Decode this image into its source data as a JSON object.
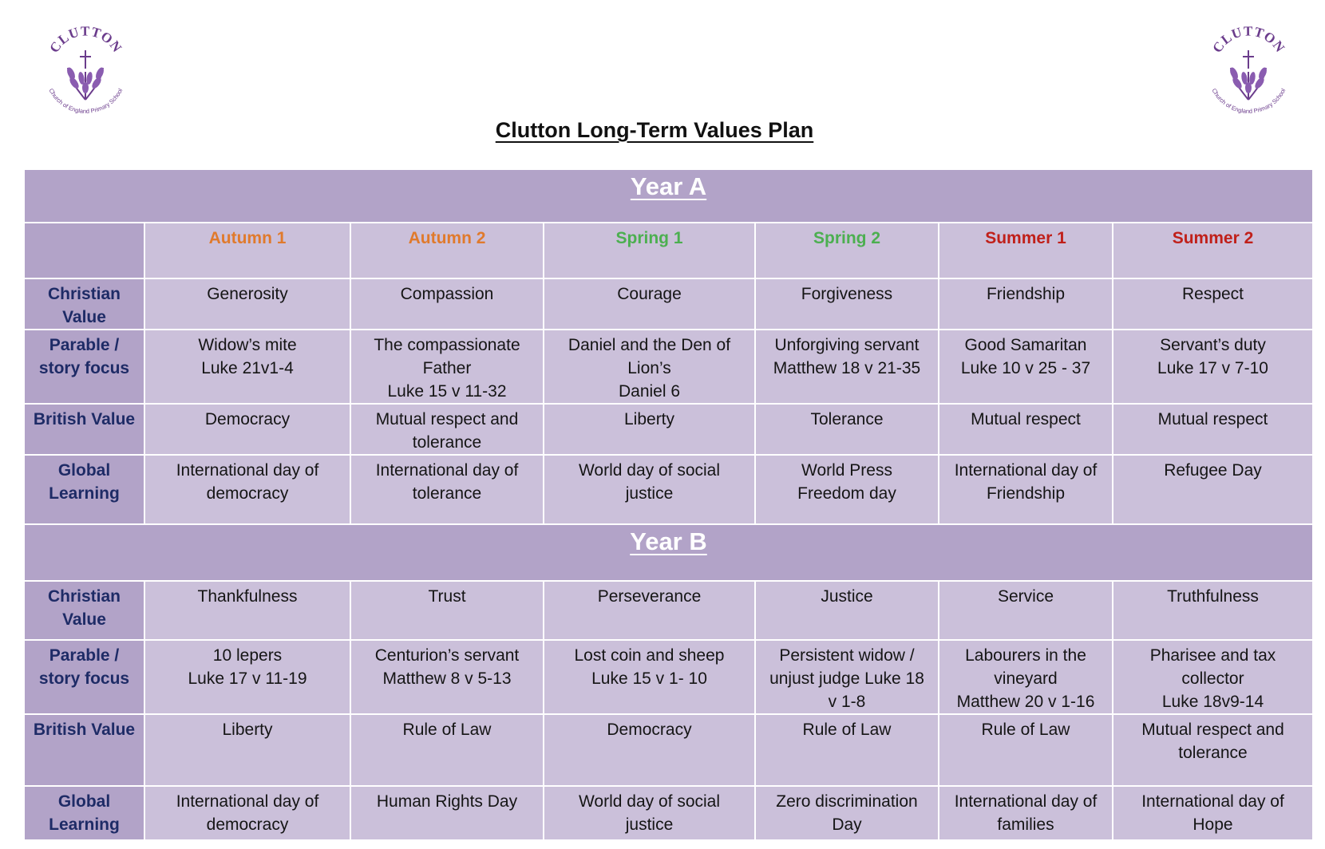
{
  "colors": {
    "header_band": "#b2a3c8",
    "cell_bg": "#cbc0da",
    "row_label": "#1e2b66",
    "autumn": "#e07a2c",
    "spring": "#4caf50",
    "summer": "#c0201a",
    "logo_purple": "#6b3c8c"
  },
  "logo": {
    "name": "CLUTTON",
    "subtitle": "Church of England Primary School"
  },
  "title": "Clutton Long-Term Values Plan",
  "terms": [
    {
      "label": "Autumn 1",
      "color": "#e07a2c"
    },
    {
      "label": "Autumn 2",
      "color": "#e07a2c"
    },
    {
      "label": "Spring 1",
      "color": "#4caf50"
    },
    {
      "label": "Spring 2",
      "color": "#4caf50"
    },
    {
      "label": "Summer 1",
      "color": "#c0201a"
    },
    {
      "label": "Summer 2",
      "color": "#c0201a"
    }
  ],
  "years": [
    {
      "title": "Year A",
      "rows": [
        {
          "label": [
            "Christian",
            "Value"
          ],
          "cells": [
            [
              "Generosity"
            ],
            [
              "Compassion"
            ],
            [
              "Courage"
            ],
            [
              "Forgiveness"
            ],
            [
              "Friendship"
            ],
            [
              "Respect"
            ]
          ]
        },
        {
          "label": [
            "Parable /",
            "story focus"
          ],
          "cells": [
            [
              "Widow’s mite",
              "Luke 21v1-4"
            ],
            [
              "The compassionate",
              "Father",
              "Luke 15 v 11-32"
            ],
            [
              "Daniel and the Den of",
              "Lion’s",
              "Daniel 6"
            ],
            [
              "Unforgiving servant",
              "Matthew 18 v 21-35"
            ],
            [
              "Good Samaritan",
              "Luke 10 v 25 - 37"
            ],
            [
              "Servant’s duty",
              "Luke 17 v 7-10"
            ]
          ]
        },
        {
          "label": [
            "British Value"
          ],
          "cells": [
            [
              "Democracy"
            ],
            [
              "Mutual respect and",
              "tolerance"
            ],
            [
              "Liberty"
            ],
            [
              "Tolerance"
            ],
            [
              "Mutual respect"
            ],
            [
              "Mutual respect"
            ]
          ]
        },
        {
          "label": [
            "Global",
            "Learning"
          ],
          "cells": [
            [
              "International day of",
              "democracy"
            ],
            [
              "International day of",
              "tolerance"
            ],
            [
              "World day of social",
              "justice"
            ],
            [
              "World Press",
              "Freedom day"
            ],
            [
              "International day of",
              "Friendship"
            ],
            [
              "Refugee Day"
            ]
          ]
        }
      ]
    },
    {
      "title": "Year B",
      "rows": [
        {
          "label": [
            "Christian",
            "Value"
          ],
          "cells": [
            [
              "Thankfulness"
            ],
            [
              "Trust"
            ],
            [
              "Perseverance"
            ],
            [
              "Justice"
            ],
            [
              "Service"
            ],
            [
              "Truthfulness"
            ]
          ]
        },
        {
          "label": [
            "Parable /",
            "story focus"
          ],
          "cells": [
            [
              "10 lepers",
              "Luke 17 v 11-19"
            ],
            [
              "Centurion’s servant",
              "Matthew 8 v 5-13"
            ],
            [
              "Lost coin and sheep",
              "Luke 15 v 1- 10"
            ],
            [
              "Persistent widow /",
              "unjust judge Luke 18",
              "v 1-8"
            ],
            [
              "Labourers in the",
              "vineyard",
              "Matthew 20 v 1-16"
            ],
            [
              "Pharisee and tax",
              "collector",
              "Luke 18v9-14"
            ]
          ]
        },
        {
          "label": [
            "British Value"
          ],
          "cells": [
            [
              "Liberty"
            ],
            [
              "Rule of Law"
            ],
            [
              "Democracy"
            ],
            [
              "Rule of Law"
            ],
            [
              "Rule of Law"
            ],
            [
              "Mutual respect and",
              "tolerance"
            ]
          ]
        },
        {
          "label": [
            "Global",
            "Learning"
          ],
          "cells": [
            [
              "International day of",
              "democracy"
            ],
            [
              "Human Rights Day"
            ],
            [
              "World day of social",
              "justice"
            ],
            [
              "Zero discrimination",
              "Day"
            ],
            [
              "International day of",
              "families"
            ],
            [
              "International day of",
              "Hope"
            ]
          ]
        }
      ]
    }
  ]
}
